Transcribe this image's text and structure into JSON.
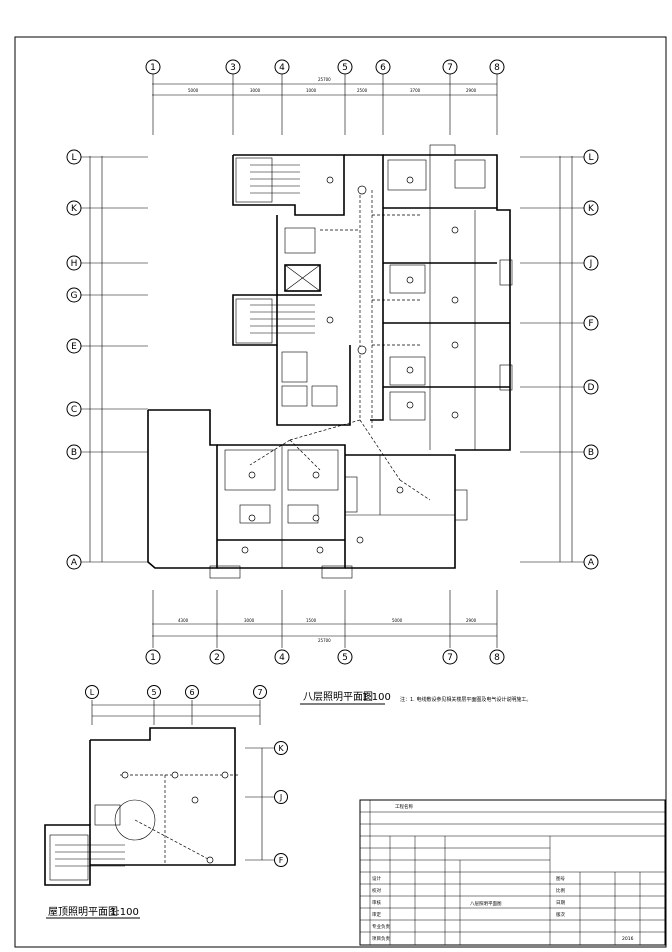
{
  "main_plan": {
    "title": "八层照明平面图",
    "scale": "1:100",
    "top_axes": [
      "1",
      "3",
      "4",
      "5",
      "6",
      "7",
      "8"
    ],
    "bottom_axes": [
      "1",
      "2",
      "4",
      "5",
      "7",
      "8"
    ],
    "left_axes": [
      "L",
      "K",
      "H",
      "G",
      "E",
      "C",
      "B",
      "A"
    ],
    "right_axes": [
      "L",
      "K",
      "J",
      "F",
      "D",
      "B",
      "A"
    ],
    "top_dims": [
      "5000",
      "3000",
      "1000",
      "2500",
      "3700",
      "2900"
    ],
    "top_total": "25700",
    "bottom_dims": [
      "4300",
      "3000",
      "1500",
      "5000",
      "2900"
    ],
    "bottom_total": "25700"
  },
  "note": "注：1. 电线敷设参见相关楼层平面图及电气设计说明施工。",
  "roof_plan": {
    "title": "屋顶照明平面图",
    "scale": "1:100",
    "top_axes": [
      "L",
      "5",
      "6",
      "7"
    ],
    "right_axes": [
      "K",
      "J",
      "F"
    ]
  },
  "title_block": {
    "project_label": "工程名称",
    "drawing_label": "八层照明平面图",
    "rows": [
      "设计",
      "校对",
      "审核",
      "审定",
      "专业负责",
      "项目负责"
    ],
    "fields": [
      "图号",
      "比例",
      "日期",
      "版次"
    ],
    "year": "2016"
  }
}
